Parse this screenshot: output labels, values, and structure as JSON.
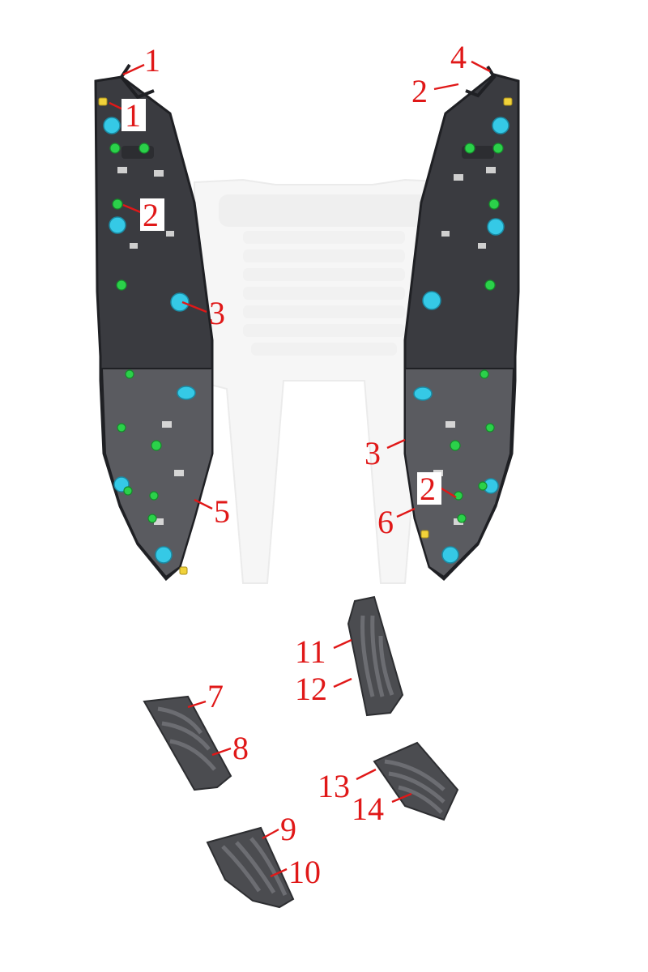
{
  "diagram": {
    "callouts": [
      {
        "id": "c1a",
        "text": "1"
      },
      {
        "id": "c1b",
        "text": "1"
      },
      {
        "id": "c2a",
        "text": "2"
      },
      {
        "id": "c3a",
        "text": "3"
      },
      {
        "id": "c5",
        "text": "5"
      },
      {
        "id": "c4",
        "text": "4"
      },
      {
        "id": "c2b",
        "text": "2"
      },
      {
        "id": "c3b",
        "text": "3"
      },
      {
        "id": "c2c",
        "text": "2"
      },
      {
        "id": "c6",
        "text": "6"
      },
      {
        "id": "c7",
        "text": "7"
      },
      {
        "id": "c8",
        "text": "8"
      },
      {
        "id": "c9",
        "text": "9"
      },
      {
        "id": "c10",
        "text": "10"
      },
      {
        "id": "c11",
        "text": "11"
      },
      {
        "id": "c12",
        "text": "12"
      },
      {
        "id": "c13",
        "text": "13"
      },
      {
        "id": "c14",
        "text": "14"
      }
    ],
    "colors": {
      "panel": "#3a3b40",
      "panel_edge": "#1f2024",
      "panel_lower": "#5a5b60",
      "frame_ghost": "#ececec",
      "cyan_fastener": "#35c9e6",
      "green_clip": "#2bd14a",
      "yellow_clip": "#f1d23a",
      "callout": "#e01818",
      "mat": "#4b4c50",
      "mat_rib": "#6c6d72"
    }
  }
}
